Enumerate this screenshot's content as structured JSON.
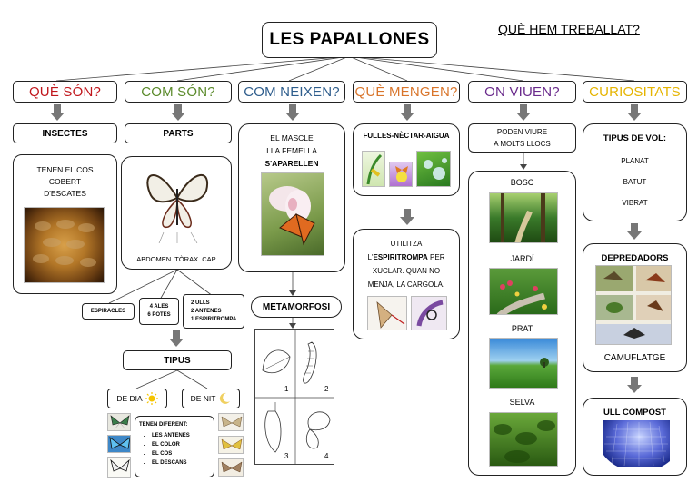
{
  "title": "LES PAPALLONES",
  "subtitle_link": "QUÈ HEM TREBALLAT?",
  "categories": [
    {
      "label": "QUÈ SÓN?",
      "color": "#c0151b"
    },
    {
      "label": "COM SÓN?",
      "color": "#5a8a2a"
    },
    {
      "label": "COM NEIXEN?",
      "color": "#2e5d8c"
    },
    {
      "label": "QUÈ MENGEN?",
      "color": "#d9752b"
    },
    {
      "label": "ON VIUEN?",
      "color": "#6a2b8c"
    },
    {
      "label": "CURIOSITATS",
      "color": "#e5b400"
    }
  ],
  "que_son": {
    "header": "INSECTES",
    "lines": [
      "TENEN EL COS",
      "COBERT",
      "D'ESCATES"
    ]
  },
  "com_son": {
    "header": "PARTS",
    "parts_caption": "ABDOMEN  TÒRAX  CAP",
    "sub1": "ESPIRACLES",
    "sub2a": "4 ALES",
    "sub2b": "6 POTES",
    "sub3a": "2 ULLS",
    "sub3b": "2 ANTENES",
    "sub3c": "1 ESPIRITROMPA",
    "tipus": "TIPUS",
    "dia": "DE DIA",
    "nit": "DE NIT",
    "diferent_title": "TENEN DIFERENT:",
    "diferent_items": [
      "LES ANTENES",
      "EL COLOR",
      "EL COS",
      "EL DESCANS"
    ]
  },
  "com_neixen": {
    "line1": "EL MASCLE",
    "line2": "I LA FEMELLA",
    "line3": "S'APARELLEN",
    "metamorfosi": "METAMORFOSI",
    "steps": [
      "1",
      "2",
      "3",
      "4"
    ]
  },
  "que_mengen": {
    "header": "FULLES-NÈCTAR-AIGUA",
    "line1": "UTILITZA",
    "line2a": "L'",
    "line2b": "ESPIRITROMPA",
    "line2c": " PER",
    "line3": "XUCLAR. QUAN NO",
    "line4": "MENJA, LA CARGOLA."
  },
  "on_viuen": {
    "header1": "PODEN VIURE",
    "header2": "A MOLTS LLOCS",
    "places": [
      "BOSC",
      "JARDÍ",
      "PRAT",
      "SELVA"
    ]
  },
  "curiositats": {
    "tipus_vol": "TIPUS DE VOL:",
    "vols": [
      "PLANAT",
      "BATUT",
      "VIBRAT"
    ],
    "depredadors": "DEPREDADORS",
    "camuflatge": "CAMUFLATGE",
    "ull": "ULL COMPOST"
  }
}
